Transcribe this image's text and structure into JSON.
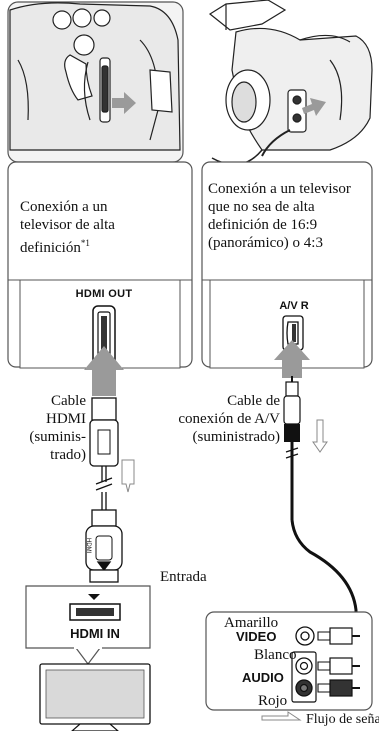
{
  "left_panel": {
    "caption_lines": [
      "Conexión a un",
      "televisor de alta",
      "definición"
    ],
    "footnote_mark": "*1",
    "port_label": "HDMI OUT"
  },
  "right_panel": {
    "caption_lines": [
      "Conexión a un televisor",
      "que no sea de alta",
      "definición de 16:9",
      "(panorámico) o 4:3"
    ],
    "port_label": "A/V R"
  },
  "hdmi_cable_label_lines": [
    "Cable",
    "HDMI",
    "(suminis-",
    "trado)"
  ],
  "av_cable_label_lines": [
    "Cable de",
    "conexión de A/V",
    "(suministrado)"
  ],
  "input_label": "Entrada",
  "tv_hdmi_port_label": "HDMI IN",
  "hdmi_plug_text": "HDMI",
  "av_terminals": {
    "yellow_label": "Amarillo",
    "video_label": "VIDEO",
    "white_label": "Blanco",
    "audio_label": "AUDIO",
    "red_label": "Rojo"
  },
  "signal_flow_legend": "Flujo de señales"
}
